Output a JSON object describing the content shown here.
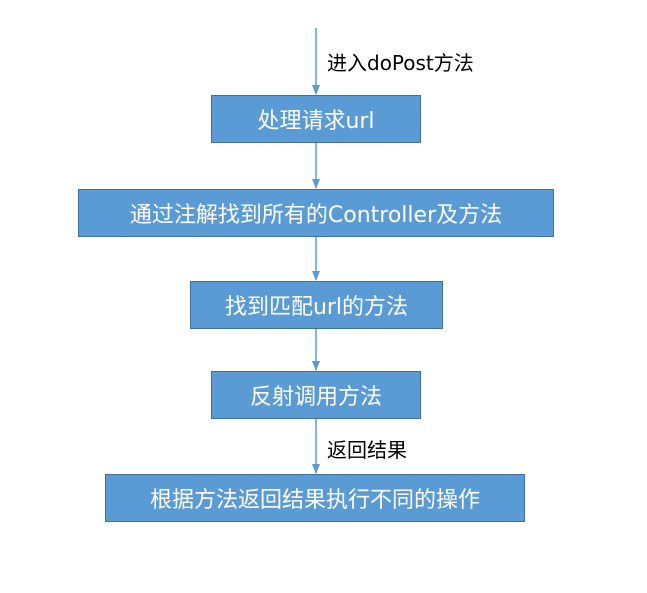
{
  "nodes": [
    {
      "id": "n1",
      "label": "处理请求url"
    },
    {
      "id": "n2",
      "label": "通过注解找到所有的Controller及方法"
    },
    {
      "id": "n3",
      "label": "找到匹配url的方法"
    },
    {
      "id": "n4",
      "label": "反射调用方法"
    },
    {
      "id": "n5",
      "label": "根据方法返回结果执行不同的操作"
    }
  ],
  "edges": [
    {
      "from": "start",
      "to": "n1",
      "label": "进入doPost方法"
    },
    {
      "from": "n1",
      "to": "n2",
      "label": ""
    },
    {
      "from": "n2",
      "to": "n3",
      "label": ""
    },
    {
      "from": "n3",
      "to": "n4",
      "label": ""
    },
    {
      "from": "n4",
      "to": "n5",
      "label": "返回结果"
    }
  ],
  "colors": {
    "box_fill": "#5b9bd5",
    "box_border": "#41719c",
    "box_text": "#ffffff",
    "arrow": "#5b9bd5"
  }
}
